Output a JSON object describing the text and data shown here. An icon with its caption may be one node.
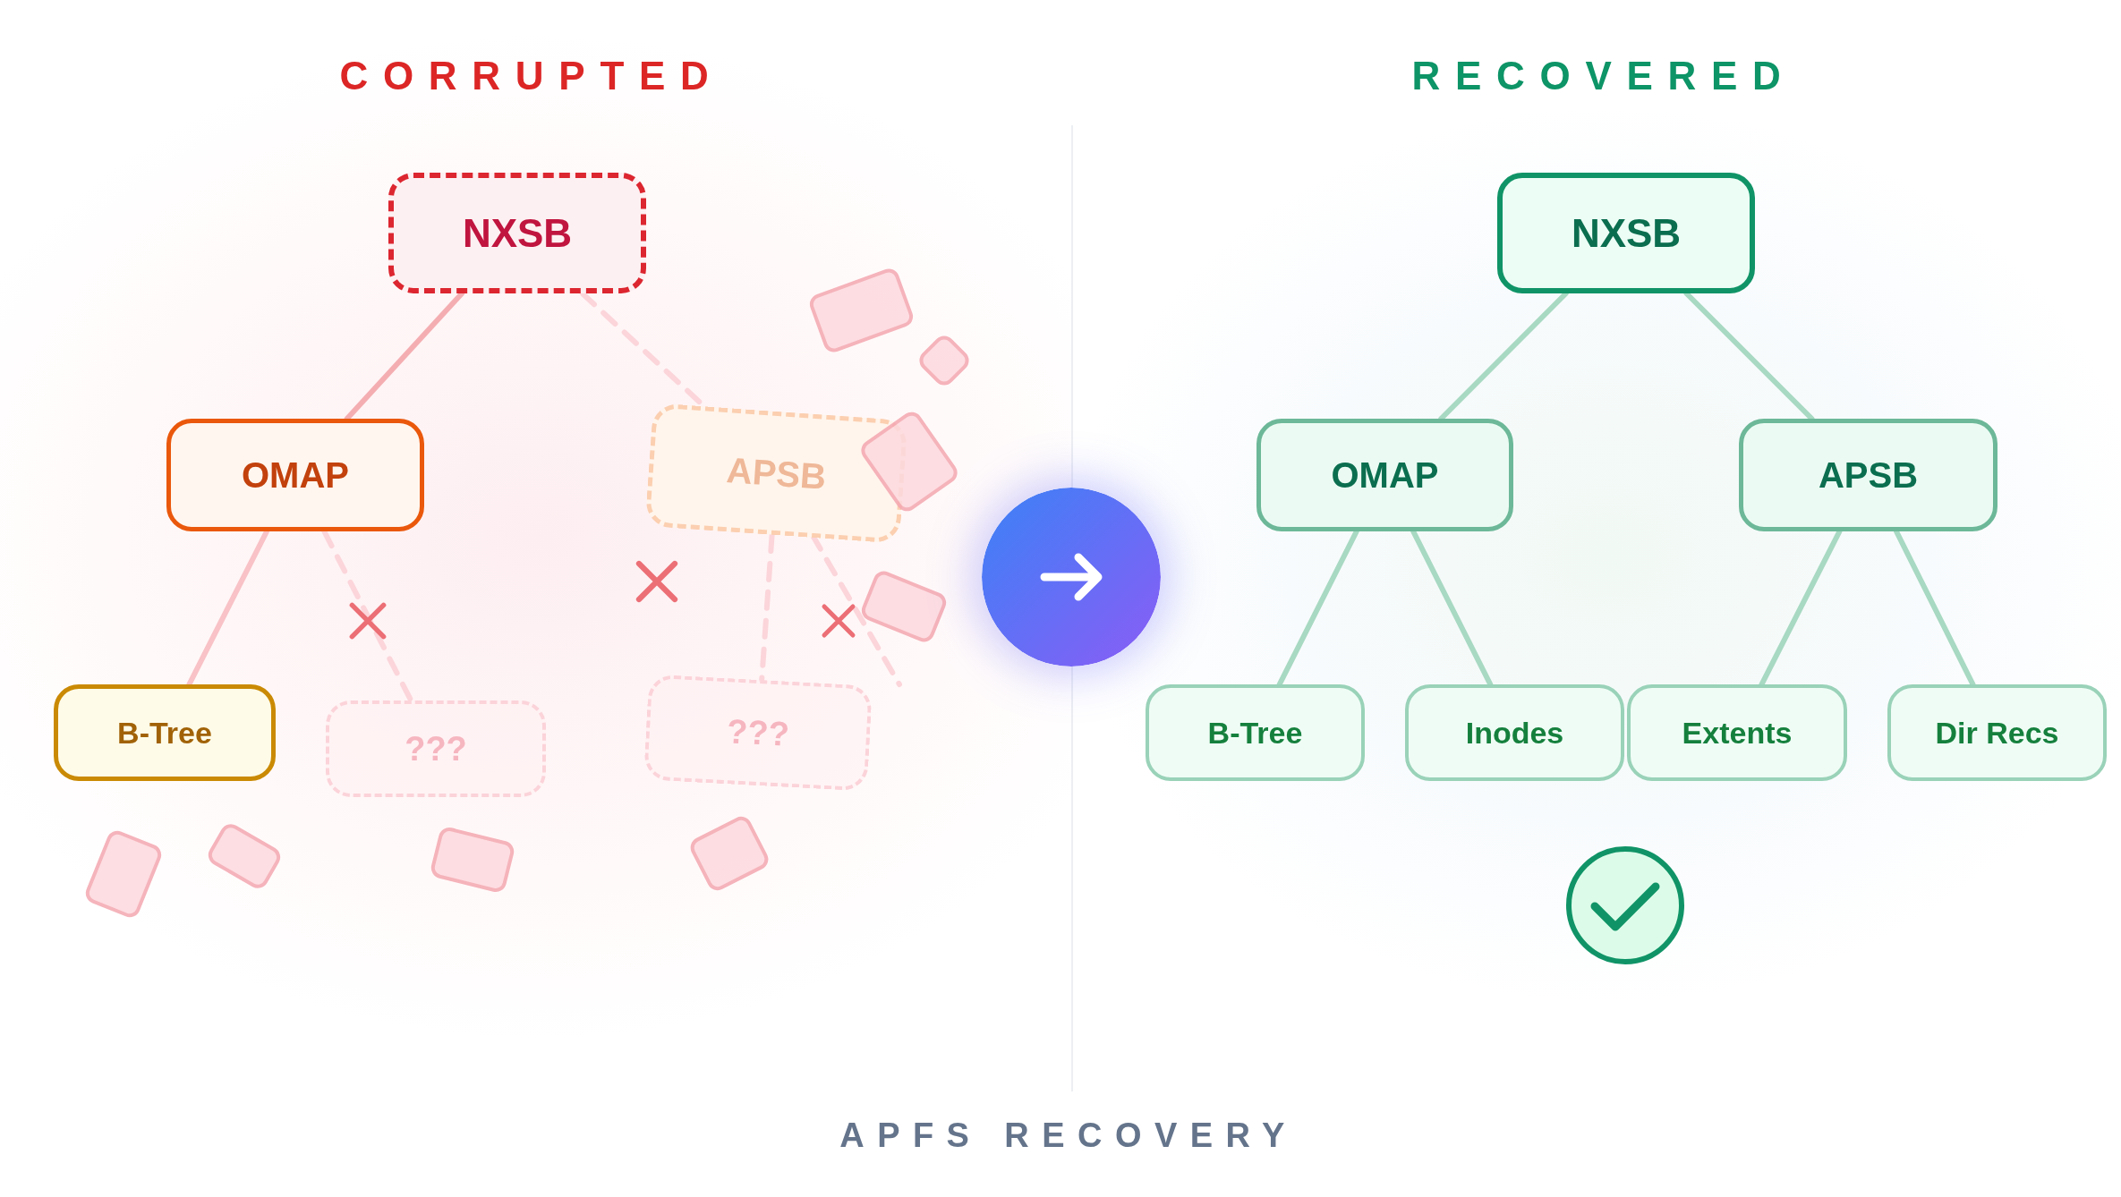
{
  "diagram": {
    "caption": "APFS RECOVERY",
    "nodes": [
      {
        "text": [
          "NXSB"
        ]
      },
      {
        "text": [
          "OMAP"
        ]
      },
      {
        "text": [
          "APSB"
        ]
      },
      {
        "text": [
          "B-Tree"
        ]
      },
      {
        "text": [
          "???"
        ]
      },
      {
        "text": [
          "???"
        ]
      },
      {
        "text": [
          "NXSB"
        ]
      },
      {
        "text": [
          "OMAP"
        ]
      },
      {
        "text": [
          "APSB"
        ]
      },
      {
        "text": [
          "B-Tree"
        ]
      },
      {
        "text": [
          "Inodes"
        ]
      },
      {
        "text": [
          "Extents"
        ]
      },
      {
        "text": [
          "Dir Recs"
        ]
      }
    ],
    "edges": [
      {
        "from": 0,
        "to": 1,
        "arrow": "none",
        "color": "#f4aeb2"
      },
      {
        "from": 0,
        "to": 2,
        "arrow": "none",
        "style": "dashed",
        "color": "#fbd5da"
      },
      {
        "from": 1,
        "to": 3,
        "arrow": "none",
        "color": "#f8c2c6"
      },
      {
        "from": 1,
        "to": 4,
        "arrow": "none",
        "style": "dashed",
        "color": "#fbd5da"
      },
      {
        "from": 2,
        "to": 5,
        "arrow": "none",
        "style": "dashed",
        "color": "#fbd5da"
      },
      {
        "from": 2,
        "to": null,
        "arrow": "none",
        "style": "dashed",
        "color": "#fbd5da"
      },
      {
        "from": 6,
        "to": 7,
        "arrow": "none"
      },
      {
        "from": 6,
        "to": 8,
        "arrow": "none"
      },
      {
        "from": 7,
        "to": 9,
        "arrow": "none"
      },
      {
        "from": 7,
        "to": 10,
        "arrow": "none"
      },
      {
        "from": 8,
        "to": 11,
        "arrow": "none"
      },
      {
        "from": 8,
        "to": 12,
        "arrow": "none"
      }
    ],
    "labels": [
      "CORRUPTED",
      "RECOVERED"
    ]
  }
}
